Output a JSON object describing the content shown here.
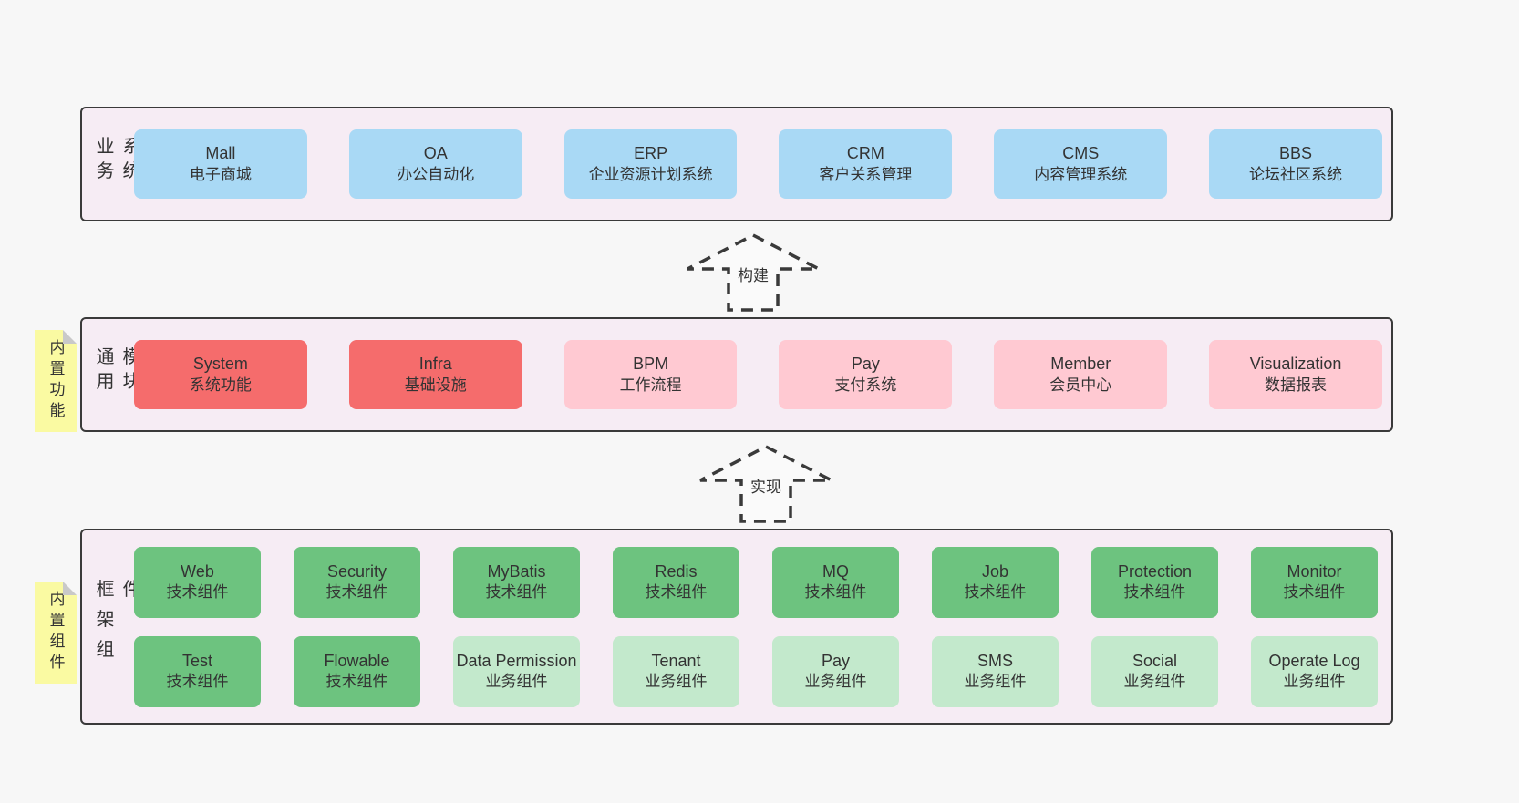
{
  "colors": {
    "page_bg": "#f7f7f7",
    "band_bg": "#f6ecf4",
    "border": "#3a3a3a",
    "blue": "#a9d9f5",
    "red": "#f56c6c",
    "pink": "#ffc9d2",
    "green_dark": "#6dc37f",
    "green_light": "#c3e9cc",
    "sticky_bg": "#fafaa2"
  },
  "band_business": {
    "label": "业务系统",
    "items": [
      {
        "title": "Mall",
        "subtitle": "电子商城"
      },
      {
        "title": "OA",
        "subtitle": "办公自动化"
      },
      {
        "title": "ERP",
        "subtitle": "企业资源计划系统"
      },
      {
        "title": "CRM",
        "subtitle": "客户关系管理"
      },
      {
        "title": "CMS",
        "subtitle": "内容管理系统"
      },
      {
        "title": "BBS",
        "subtitle": "论坛社区系统"
      }
    ]
  },
  "arrow_build": {
    "label": "构建"
  },
  "band_modules": {
    "label": "通用模块",
    "sticky": "内置功能",
    "items": [
      {
        "title": "System",
        "subtitle": "系统功能"
      },
      {
        "title": "Infra",
        "subtitle": "基础设施"
      },
      {
        "title": "BPM",
        "subtitle": "工作流程"
      },
      {
        "title": "Pay",
        "subtitle": "支付系统"
      },
      {
        "title": "Member",
        "subtitle": "会员中心"
      },
      {
        "title": "Visualization",
        "subtitle": "数据报表"
      }
    ]
  },
  "arrow_implement": {
    "label": "实现"
  },
  "band_framework": {
    "label": "框架组件",
    "sticky": "内置组件",
    "row1": [
      {
        "title": "Web",
        "subtitle": "技术组件"
      },
      {
        "title": "Security",
        "subtitle": "技术组件"
      },
      {
        "title": "MyBatis",
        "subtitle": "技术组件"
      },
      {
        "title": "Redis",
        "subtitle": "技术组件"
      },
      {
        "title": "MQ",
        "subtitle": "技术组件"
      },
      {
        "title": "Job",
        "subtitle": "技术组件"
      },
      {
        "title": "Protection",
        "subtitle": "技术组件"
      },
      {
        "title": "Monitor",
        "subtitle": "技术组件"
      }
    ],
    "row2": [
      {
        "title": "Test",
        "subtitle": "技术组件"
      },
      {
        "title": "Flowable",
        "subtitle": "技术组件"
      },
      {
        "title": "Data Permission",
        "subtitle": "业务组件"
      },
      {
        "title": "Tenant",
        "subtitle": "业务组件"
      },
      {
        "title": "Pay",
        "subtitle": "业务组件"
      },
      {
        "title": "SMS",
        "subtitle": "业务组件"
      },
      {
        "title": "Social",
        "subtitle": "业务组件"
      },
      {
        "title": "Operate Log",
        "subtitle": "业务组件"
      }
    ]
  }
}
